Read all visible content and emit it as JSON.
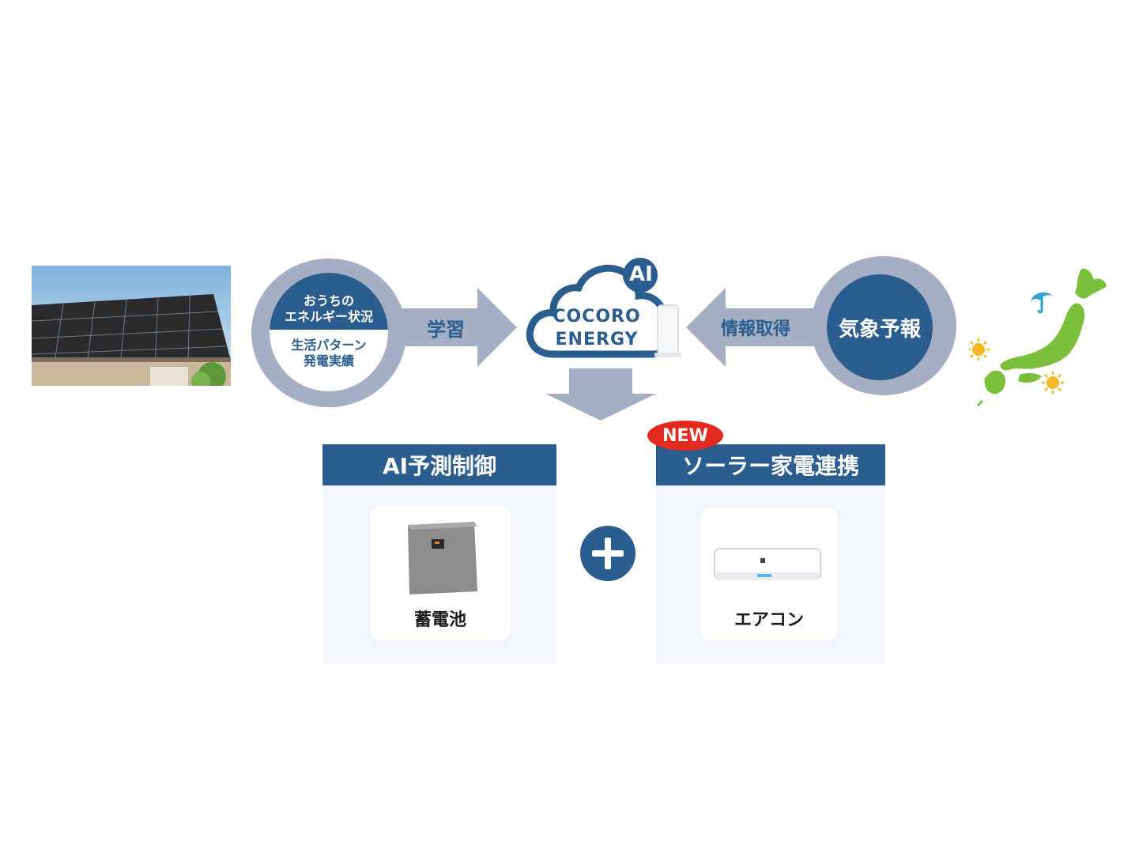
{
  "left_circle": {
    "top_line1": "おうちの",
    "top_line2": "エネルギー状況",
    "bottom_line1": "生活パターン",
    "bottom_line2": "発電実績"
  },
  "arrow_left_label": "学習",
  "cloud": {
    "badge": "AI",
    "line1": "COCORO",
    "line2": "ENERGY"
  },
  "arrow_right_label": "情報取得",
  "right_circle_label": "気象予報",
  "panel_left": {
    "title": "AI予測制御",
    "item_label": "蓄電池"
  },
  "panel_right": {
    "badge": "NEW",
    "title": "ソーラー家電連携",
    "item_label": "エアコン"
  },
  "colors": {
    "navy": "#2c5d8f",
    "ring_gray": "#a4afc3",
    "panel_bg": "#f1f6fc",
    "new_red": "#e32a1e",
    "map_green": "#7bbf3a",
    "sun_yellow": "#f6b81e",
    "umbrella_teal": "#2fa3c9"
  },
  "icons": [
    "house-solar-photo",
    "cloud-icon",
    "router-icon",
    "arrow-right-icon",
    "arrow-left-icon",
    "arrow-down-icon",
    "plus-icon",
    "battery-icon",
    "air-conditioner-icon",
    "japan-map-icon",
    "sun-icon",
    "umbrella-icon"
  ]
}
